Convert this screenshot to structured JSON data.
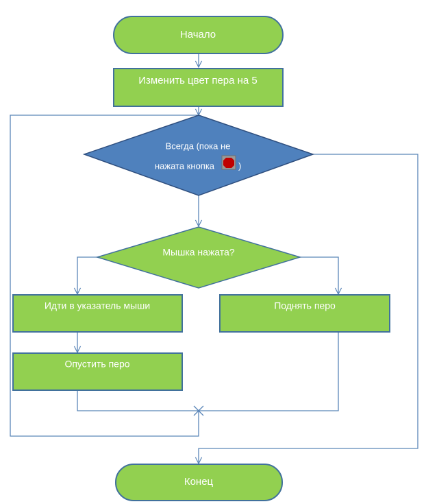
{
  "colors": {
    "green_fill": "#92d050",
    "green_stroke": "#41719c",
    "blue_fill": "#4f81bd",
    "blue_stroke": "#2f4f7f",
    "connector": "#5b86b8",
    "stop_button": "#c00000"
  },
  "nodes": {
    "start": {
      "label": "Начало"
    },
    "set_pen_color": {
      "label": "Изменить цвет пера на 5"
    },
    "forever_loop": {
      "label_line1": "Всегда (пока не",
      "label_line2_before": "нажата кнопка",
      "label_line2_after": ")",
      "icon": "stop-button-icon"
    },
    "mouse_pressed": {
      "label": "Мышка нажата?"
    },
    "go_to_mouse": {
      "label": "Идти в указатель мыши"
    },
    "pen_up": {
      "label": "Поднять перо"
    },
    "pen_down": {
      "label": "Опустить перо"
    },
    "end": {
      "label": "Конец"
    }
  }
}
